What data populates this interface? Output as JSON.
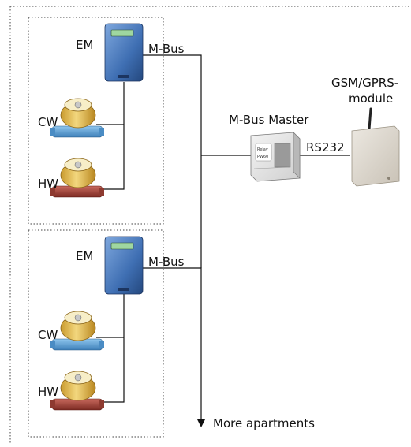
{
  "diagram": {
    "apartments": [
      {
        "meter_em": "EM",
        "bus": "M-Bus",
        "meter_cw": "CW",
        "meter_hw": "HW"
      },
      {
        "meter_em": "EM",
        "bus": "M-Bus",
        "meter_cw": "CW",
        "meter_hw": "HW"
      }
    ],
    "master_label": "M-Bus Master",
    "link_label": "RS232",
    "gsm_label_line1": "GSM/GPRS-",
    "gsm_label_line2": "module",
    "more_label": "More apartments",
    "master_panel_text_1": "Relay",
    "master_panel_text_2": "PW60"
  },
  "colors": {
    "line": "#111111",
    "em_body": "#3f6fb3",
    "meter_brass": "#e8c35a",
    "cw_pipe": "#5aa0d6",
    "hw_pipe": "#a8453a",
    "gsm_box": "#ddd8cf"
  }
}
